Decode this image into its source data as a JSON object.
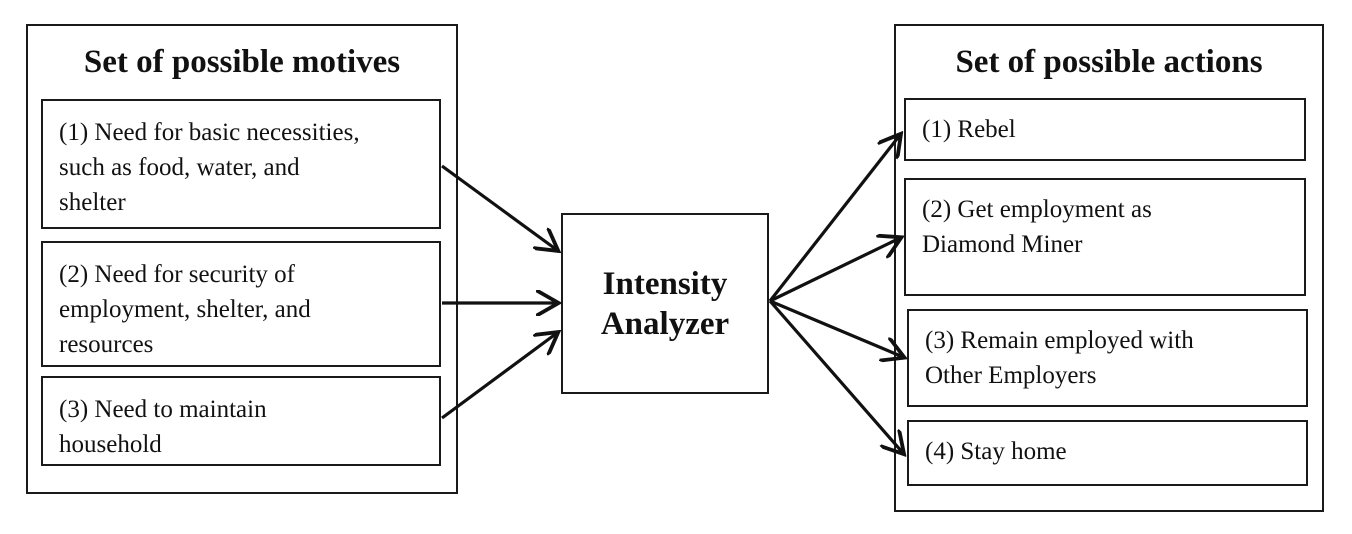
{
  "motives": {
    "title": "Set of possible motives",
    "items": [
      {
        "lines": [
          "(1) Need for basic necessities,",
          "such as food, water, and",
          "shelter"
        ]
      },
      {
        "lines": [
          "(2) Need for security of",
          "employment, shelter, and",
          "resources"
        ]
      },
      {
        "lines": [
          "(3) Need to maintain",
          "household"
        ]
      }
    ]
  },
  "analyzer": {
    "lines": [
      "Intensity",
      "Analyzer"
    ]
  },
  "actions": {
    "title": "Set of possible actions",
    "items": [
      {
        "lines": [
          "(1) Rebel"
        ]
      },
      {
        "lines": [
          "(2) Get employment as",
          "Diamond Miner"
        ]
      },
      {
        "lines": [
          "(3) Remain employed with",
          "Other Employers"
        ]
      },
      {
        "lines": [
          "(4) Stay home"
        ]
      }
    ]
  }
}
